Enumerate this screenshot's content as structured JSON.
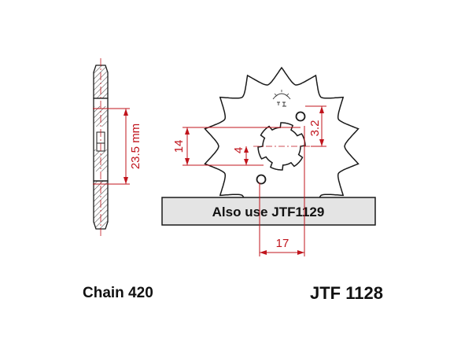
{
  "diagram": {
    "banner": "Also use JTF1129",
    "chain_label": "Chain 420",
    "part_number": "JTF 1128",
    "dimensions": {
      "height": "14",
      "offset": "4",
      "hole_offset": "3.2",
      "width": "17",
      "pcd": "23.5 mm"
    }
  },
  "colors": {
    "dimension": "#c0141c",
    "outline": "#1a1a1a",
    "banner_fill": "#e4e4e4",
    "hatch": "#555555"
  }
}
